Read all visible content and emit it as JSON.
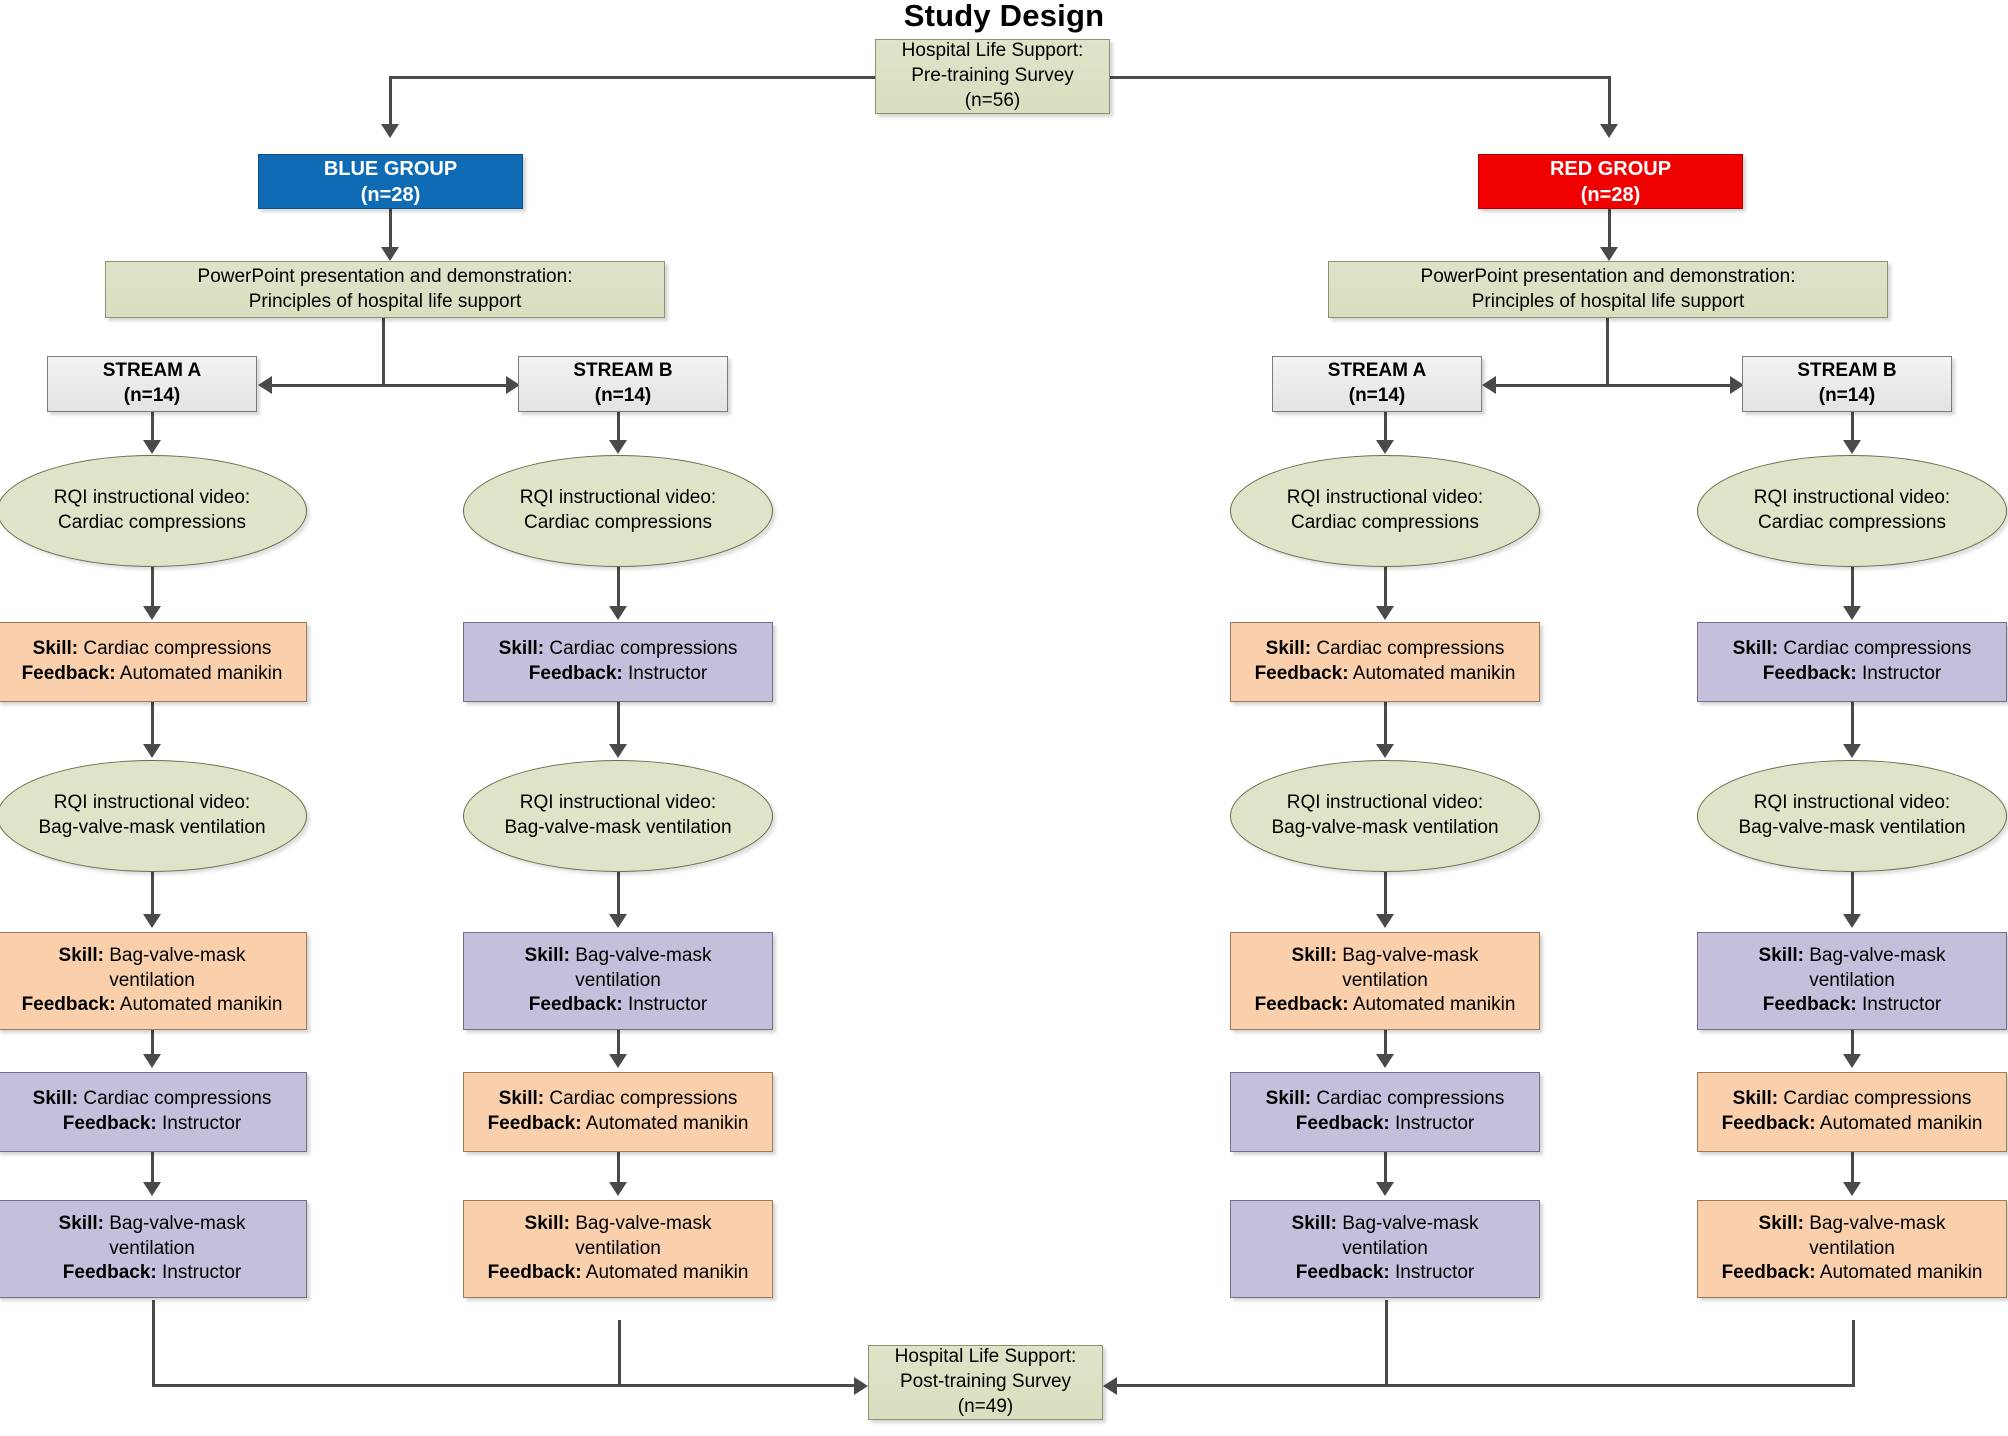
{
  "title": "Study Design",
  "colors": {
    "blue_group": "#0f6cb4",
    "red_group": "#f00000",
    "green_box": "#dfe3c8",
    "orange_box": "#f9d0ab",
    "purple_box": "#c6bfdb",
    "grey_box": "#eeeeee",
    "connector": "#4a4a4a"
  },
  "pre_survey": {
    "line1": "Hospital Life Support:",
    "line2": "Pre-training Survey",
    "line3": "(n=56)"
  },
  "post_survey": {
    "line1": "Hospital Life Support:",
    "line2": "Post-training Survey",
    "line3": "(n=49)"
  },
  "groups": [
    {
      "name": "BLUE GROUP",
      "n": "(n=28)",
      "color": "#0f6cb4"
    },
    {
      "name": "RED GROUP",
      "n": "(n=28)",
      "color": "#f00000"
    }
  ],
  "powerpoint": {
    "line1": "PowerPoint presentation and demonstration:",
    "line2": "Principles of hospital life support"
  },
  "streams": [
    {
      "name": "STREAM A",
      "n": "(n=14)"
    },
    {
      "name": "STREAM B",
      "n": "(n=14)"
    },
    {
      "name": "STREAM A",
      "n": "(n=14)"
    },
    {
      "name": "STREAM B",
      "n": "(n=14)"
    }
  ],
  "labels": {
    "skill": "Skill:",
    "feedback": "Feedback:",
    "cardiac": "Cardiac compressions",
    "bvm_short": "Bag-valve-mask",
    "bvm_line2": "ventilation",
    "automated": "Automated manikin",
    "instructor": "Instructor",
    "video_title": "RQI instructional video:",
    "video_cardiac": "Cardiac compressions",
    "video_bvm": "Bag-valve-mask ventilation"
  },
  "columns": [
    {
      "id": "blue-stream-a",
      "video1": {
        "line1": "RQI instructional video:",
        "line2": "Cardiac compressions"
      },
      "skill1": {
        "type": "orange",
        "skill": "Cardiac compressions",
        "feedback": "Automated manikin",
        "wrap": false
      },
      "video2": {
        "line1": "RQI instructional video:",
        "line2": "Bag-valve-mask ventilation"
      },
      "skill2": {
        "type": "orange",
        "skill": "Bag-valve-mask",
        "skill_cont": "ventilation",
        "feedback": "Automated manikin",
        "wrap": true
      },
      "skill3": {
        "type": "purple",
        "skill": "Cardiac compressions",
        "feedback": "Instructor",
        "wrap": false
      },
      "skill4": {
        "type": "purple",
        "skill": "Bag-valve-mask",
        "skill_cont": "ventilation",
        "feedback": "Instructor",
        "wrap": true
      }
    },
    {
      "id": "blue-stream-b",
      "video1": {
        "line1": "RQI instructional video:",
        "line2": "Cardiac compressions"
      },
      "skill1": {
        "type": "purple",
        "skill": "Cardiac compressions",
        "feedback": "Instructor",
        "wrap": false
      },
      "video2": {
        "line1": "RQI instructional video:",
        "line2": "Bag-valve-mask ventilation"
      },
      "skill2": {
        "type": "purple",
        "skill": "Bag-valve-mask",
        "skill_cont": "ventilation",
        "feedback": "Instructor",
        "wrap": true
      },
      "skill3": {
        "type": "orange",
        "skill": "Cardiac compressions",
        "feedback": "Automated manikin",
        "wrap": false
      },
      "skill4": {
        "type": "orange",
        "skill": "Bag-valve-mask",
        "skill_cont": "ventilation",
        "feedback": "Automated manikin",
        "wrap": true
      }
    },
    {
      "id": "red-stream-a",
      "video1": {
        "line1": "RQI instructional video:",
        "line2": "Cardiac compressions"
      },
      "skill1": {
        "type": "orange",
        "skill": "Cardiac compressions",
        "feedback": "Automated manikin",
        "wrap": false
      },
      "video2": {
        "line1": "RQI instructional video:",
        "line2": "Bag-valve-mask ventilation"
      },
      "skill2": {
        "type": "orange",
        "skill": "Bag-valve-mask",
        "skill_cont": "ventilation",
        "feedback": "Automated manikin",
        "wrap": true
      },
      "skill3": {
        "type": "purple",
        "skill": "Cardiac compressions",
        "feedback": "Instructor",
        "wrap": false
      },
      "skill4": {
        "type": "purple",
        "skill": "Bag-valve-mask",
        "skill_cont": "ventilation",
        "feedback": "Instructor",
        "wrap": true
      }
    },
    {
      "id": "red-stream-b",
      "video1": {
        "line1": "RQI instructional video:",
        "line2": "Cardiac compressions"
      },
      "skill1": {
        "type": "purple",
        "skill": "Cardiac compressions",
        "feedback": "Instructor",
        "wrap": false
      },
      "video2": {
        "line1": "RQI instructional video:",
        "line2": "Bag-valve-mask ventilation"
      },
      "skill2": {
        "type": "purple",
        "skill": "Bag-valve-mask",
        "skill_cont": "ventilation",
        "feedback": "Instructor",
        "wrap": true
      },
      "skill3": {
        "type": "orange",
        "skill": "Cardiac compressions",
        "feedback": "Automated manikin",
        "wrap": false
      },
      "skill4": {
        "type": "orange",
        "skill": "Bag-valve-mask",
        "skill_cont": "ventilation",
        "feedback": "Automated manikin",
        "wrap": true
      }
    }
  ]
}
